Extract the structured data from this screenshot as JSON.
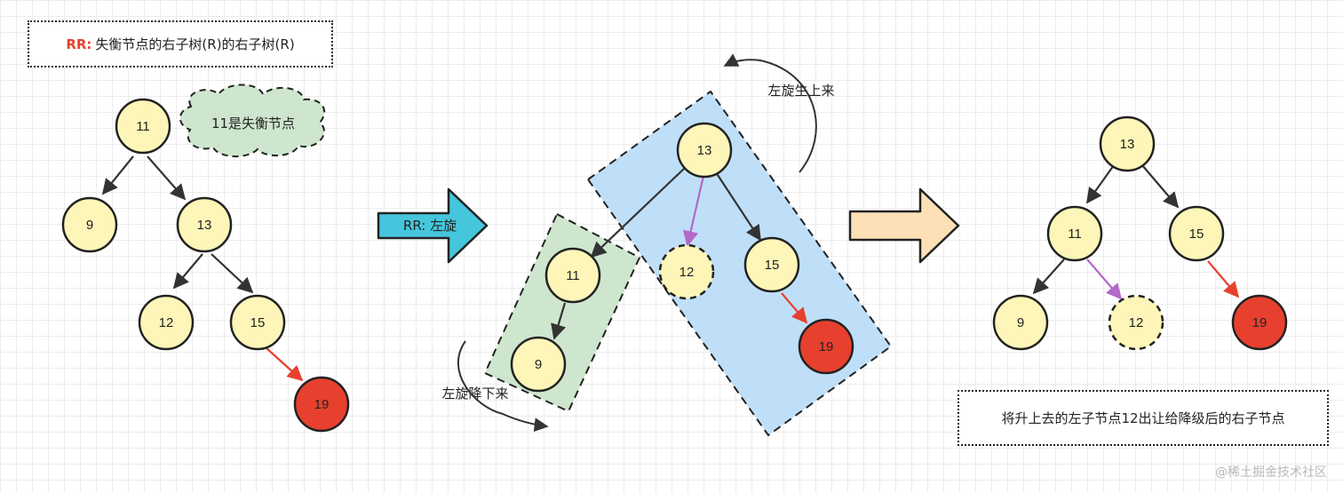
{
  "title_box": {
    "prefix": "RR:",
    "text": "失衡节点的右子树(R)的右子树(R)"
  },
  "cloud_note": "11是失衡节点",
  "arrow1_label": "RR: 左旋",
  "rotate_up_label": "左旋生上来",
  "rotate_down_label": "左旋降下来",
  "bottom_box": "将升上去的左子节点12出让给降级后的右子节点",
  "watermark": "@稀土掘金技术社区",
  "colors": {
    "node_fill": "#fdf6b8",
    "red_node": "#e8402f",
    "blue_region": "#bfdff8",
    "green_region": "#cde6cd",
    "purple_edge": "#b468c8",
    "cyan_arrow": "#45c6dc",
    "orange_arrow": "#fde0b6"
  },
  "tree1": {
    "nodes": [
      "11",
      "9",
      "13",
      "12",
      "15",
      "19"
    ]
  },
  "tree2": {
    "nodes": [
      "13",
      "11",
      "9",
      "12",
      "15",
      "19"
    ]
  },
  "tree3": {
    "nodes": [
      "13",
      "11",
      "15",
      "9",
      "12",
      "19"
    ]
  }
}
